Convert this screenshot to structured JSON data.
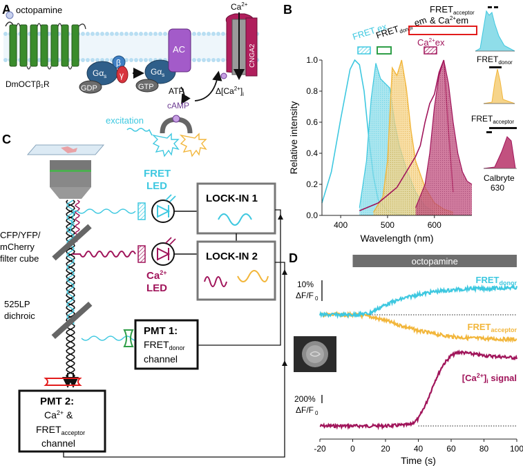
{
  "panels": {
    "a": "A",
    "b": "B",
    "c": "C",
    "d": "D"
  },
  "panel_a": {
    "ligand": "octopamine",
    "receptor": "DmOCTβ₁R",
    "g_alpha_left": "Gα",
    "g_alpha_sub": "s",
    "g_beta": "β",
    "g_gamma": "γ",
    "gdp": "GDP",
    "gtp": "GTP",
    "g_alpha_right": "Gα",
    "ac": "AC",
    "atp": "ATP",
    "camp": "cAMP",
    "channel": "CNGA2",
    "ca_top": "Ca",
    "ca_top_sup": "2+",
    "delta_ca": "Δ[Ca",
    "delta_ca_sup": "2+",
    "delta_ca_end": "]",
    "delta_ca_sub": "i",
    "excitation": "excitation"
  },
  "panel_b": {
    "legend": {
      "fret_ex": "FRET ex",
      "fret_donor_em": "FRET",
      "fret_donor_em_sub": "donor",
      "fret_donor_em_end": " em",
      "fret_acceptor_line1": "FRET",
      "fret_acceptor_sub": "acceptor",
      "fret_acceptor_line2": "& Ca",
      "fret_acceptor_sup": "2+",
      "fret_acceptor_end": "em",
      "ca_ex": "Ca",
      "ca_ex_sup": "2+",
      "ca_ex_end": "ex"
    },
    "insets": {
      "donor": "FRET",
      "donor_sub": "donor",
      "acceptor": "FRET",
      "acceptor_sub": "acceptor",
      "calbryte_1": "Calbryte",
      "calbryte_2": "630"
    },
    "colors": {
      "cyan": "#3ec8e0",
      "yellow": "#f2b63b",
      "magenta": "#a0145a",
      "red": "#e21b1b",
      "green": "#2e9e47"
    }
  },
  "chart_data": [
    {
      "type": "line",
      "xlabel": "Wavelength (nm)",
      "ylabel": "Relative intensity",
      "xlim": [
        360,
        680
      ],
      "ylim": [
        0,
        1.0
      ],
      "xticks": [
        "400",
        "500",
        "600"
      ],
      "yticks": [
        "0.0",
        "0.2",
        "0.4",
        "0.6",
        "0.8",
        "1.0"
      ],
      "series": [
        {
          "name": "FRET ex",
          "x": [
            360,
            380,
            400,
            420,
            430,
            440,
            450,
            460,
            470,
            480,
            500,
            520,
            540
          ],
          "y": [
            0.08,
            0.28,
            0.62,
            0.94,
            1.0,
            0.97,
            0.8,
            0.5,
            0.25,
            0.1,
            0.03,
            0.01,
            0.0
          ]
        },
        {
          "name": "FRET donor em",
          "x": [
            440,
            455,
            465,
            475,
            485,
            495,
            505,
            515,
            525,
            540,
            560,
            580,
            600
          ],
          "y": [
            0.05,
            0.35,
            0.75,
            0.98,
            0.88,
            0.85,
            0.82,
            0.6,
            0.45,
            0.3,
            0.15,
            0.06,
            0.02
          ]
        },
        {
          "name": "FRET acceptor",
          "x": [
            470,
            490,
            500,
            510,
            520,
            530,
            540,
            550,
            560,
            580,
            600,
            620,
            640
          ],
          "y": [
            0.02,
            0.12,
            0.35,
            0.95,
            0.9,
            1.0,
            0.82,
            0.55,
            0.35,
            0.18,
            0.08,
            0.04,
            0.02
          ]
        },
        {
          "name": "Calbryte 630 ex",
          "x": [
            440,
            480,
            520,
            540,
            560,
            570,
            580,
            590,
            600,
            610,
            620,
            630,
            640
          ],
          "y": [
            0.03,
            0.08,
            0.18,
            0.28,
            0.38,
            0.45,
            0.6,
            0.72,
            0.78,
            0.92,
            1.0,
            0.55,
            0.15
          ]
        },
        {
          "name": "Calbryte 630 em",
          "x": [
            560,
            580,
            590,
            600,
            610,
            620,
            630,
            640,
            650,
            660,
            670,
            680
          ],
          "y": [
            0.05,
            0.2,
            0.4,
            0.7,
            0.9,
            1.0,
            0.85,
            0.6,
            0.4,
            0.28,
            0.22,
            0.2
          ]
        }
      ]
    },
    {
      "type": "line",
      "xlabel": "Time (s)",
      "xlim": [
        -20,
        100
      ],
      "xticks": [
        "-20",
        "0",
        "20",
        "40",
        "60",
        "80",
        "100"
      ],
      "scale_bar_top": "10%",
      "scale_bar_top_unit": "ΔF/F",
      "scale_bar_top_sub": "0",
      "scale_bar_bottom": "200%",
      "scale_bar_bottom_unit": "ΔF/F",
      "scale_bar_bottom_sub": "0",
      "stimulus": "octopamine",
      "series": [
        {
          "name": "FRET donor",
          "x": [
            -20,
            0,
            10,
            20,
            30,
            40,
            50,
            60,
            70,
            80,
            90,
            100
          ],
          "y": [
            0,
            0,
            0.5,
            3.5,
            5.5,
            7.0,
            8.0,
            8.5,
            9.0,
            9.0,
            9.2,
            9.4
          ]
        },
        {
          "name": "FRET acceptor",
          "x": [
            -20,
            0,
            10,
            20,
            30,
            40,
            50,
            60,
            70,
            80,
            90,
            100
          ],
          "y": [
            0,
            0,
            -0.5,
            -2.0,
            -3.8,
            -5.5,
            -6.6,
            -7.5,
            -8.0,
            -8.2,
            -8.4,
            -8.5
          ]
        },
        {
          "name": "[Ca2+]i signal",
          "x": [
            -20,
            0,
            20,
            35,
            40,
            45,
            50,
            55,
            60,
            65,
            70,
            80,
            90,
            100
          ],
          "y": [
            0,
            0,
            0,
            10,
            60,
            200,
            380,
            520,
            600,
            630,
            620,
            600,
            590,
            580
          ]
        }
      ]
    }
  ],
  "panel_c": {
    "fret_led_1": "FRET",
    "fret_led_2": "LED",
    "ca_led": "Ca",
    "ca_led_sup": "2+",
    "ca_led_2": "LED",
    "lockin1": "LOCK-IN 1",
    "lockin2": "LOCK-IN 2",
    "filter_cube_1": "CFP/YFP/",
    "filter_cube_2": "mCherry",
    "filter_cube_3": "filter cube",
    "dichroic_1": "525LP",
    "dichroic_2": "dichroic",
    "pmt1_1": "PMT 1:",
    "pmt1_2": "FRET",
    "pmt1_2_sub": "donor",
    "pmt1_3": "channel",
    "pmt2_1": "PMT 2:",
    "pmt2_2": "Ca",
    "pmt2_2_sup": "2+",
    "pmt2_2_end": " &",
    "pmt2_3": "FRET",
    "pmt2_3_sub": "acceptor",
    "pmt2_4": "channel"
  },
  "panel_d": {
    "label_donor": "FRET",
    "label_donor_sub": "donor",
    "label_acceptor": "FRET",
    "label_acceptor_sub": "acceptor",
    "label_ca": "[Ca",
    "label_ca_sup": "2+",
    "label_ca_end": "]",
    "label_ca_sub": "i",
    "label_ca_tail": " signal"
  }
}
